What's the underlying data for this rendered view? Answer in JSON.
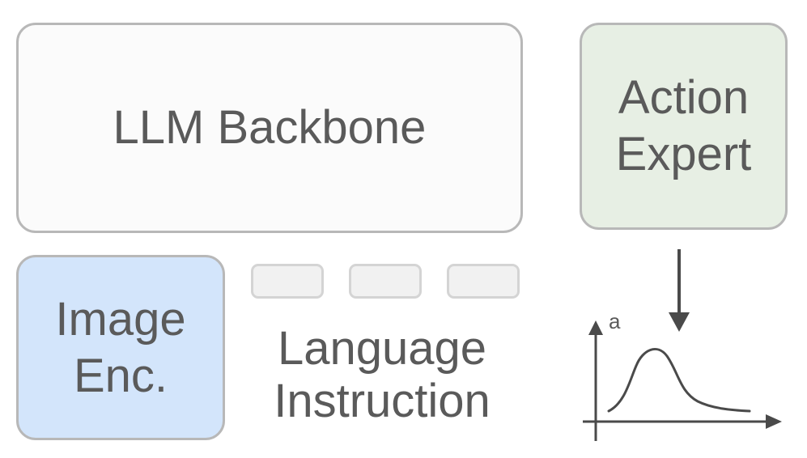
{
  "diagram": {
    "llm_backbone": {
      "label": "LLM Backbone"
    },
    "action_expert": {
      "label": "Action\nExpert"
    },
    "image_encoder": {
      "label": "Image\nEnc."
    },
    "language": {
      "label": "Language\nInstruction",
      "token_count": 3
    },
    "action_plot": {
      "y_axis_label": "a"
    },
    "colors": {
      "llm_fill": "#fbfbfb",
      "action_fill": "#e7efe4",
      "image_fill": "#d3e5fb",
      "border": "#b8b8b8",
      "token_fill": "#f1f1f1",
      "token_border": "#d4d4d4",
      "text": "#5a5a5a"
    }
  }
}
